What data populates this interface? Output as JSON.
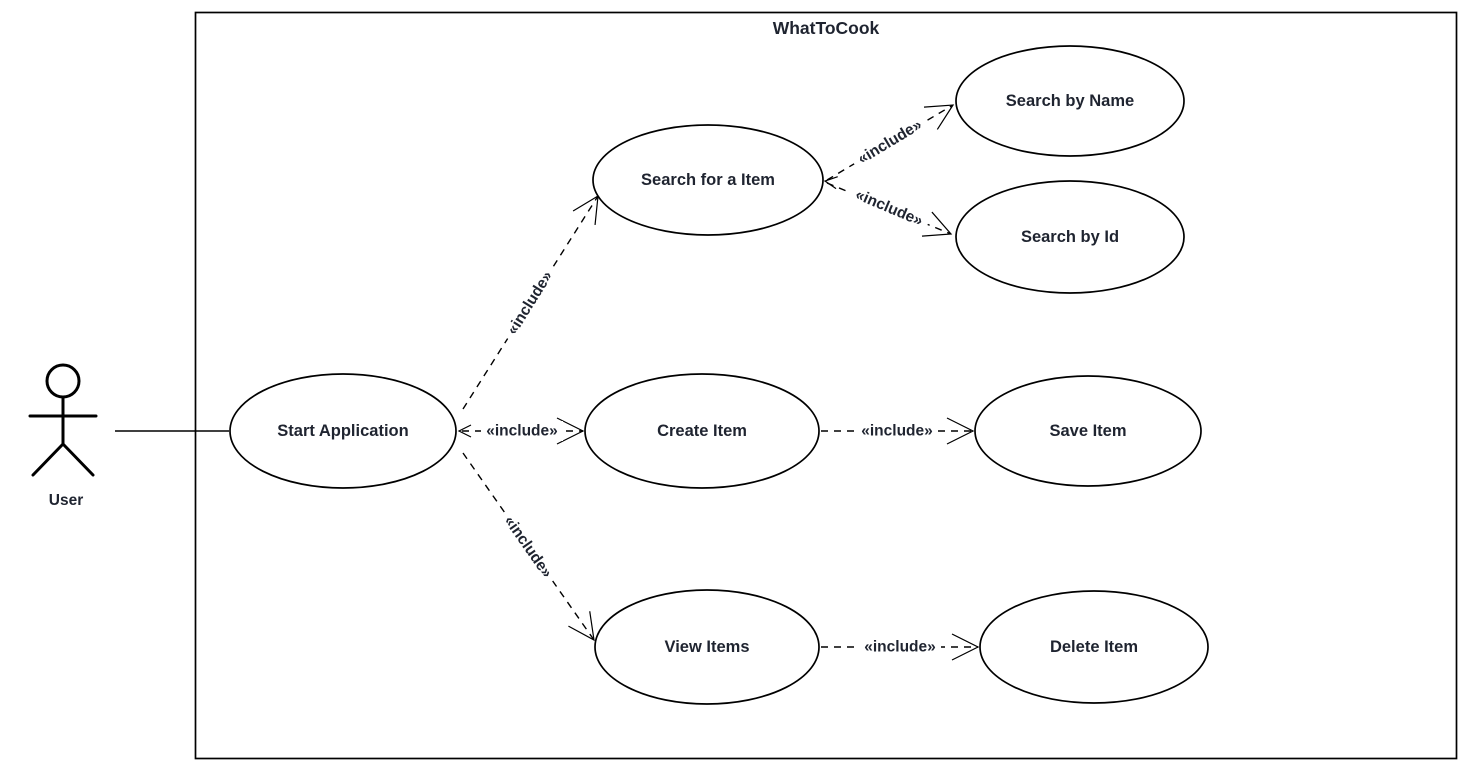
{
  "diagram": {
    "type": "uml-use-case-diagram",
    "system": {
      "title": "WhatToCook"
    },
    "actor": {
      "name": "User"
    },
    "use_cases": [
      {
        "id": "start-application",
        "label": "Start Application"
      },
      {
        "id": "search-for-item",
        "label": "Search for a Item"
      },
      {
        "id": "search-by-name",
        "label": "Search by Name"
      },
      {
        "id": "search-by-id",
        "label": "Search by Id"
      },
      {
        "id": "create-item",
        "label": "Create Item"
      },
      {
        "id": "save-item",
        "label": "Save Item"
      },
      {
        "id": "view-items",
        "label": "View Items"
      },
      {
        "id": "delete-item",
        "label": "Delete Item"
      }
    ],
    "relationships": [
      {
        "from": "Start Application",
        "to": "Search for a Item",
        "stereotype": "«include»",
        "line": "dashed"
      },
      {
        "from": "Start Application",
        "to": "Create Item",
        "stereotype": "«include»",
        "line": "dashed"
      },
      {
        "from": "Start Application",
        "to": "View Items",
        "stereotype": "«include»",
        "line": "dashed"
      },
      {
        "from": "Search for a Item",
        "to": "Search by Name",
        "stereotype": "«include»",
        "line": "dashed"
      },
      {
        "from": "Search for a Item",
        "to": "Search by Id",
        "stereotype": "«include»",
        "line": "dashed"
      },
      {
        "from": "Create Item",
        "to": "Save Item",
        "stereotype": "«include»",
        "line": "dashed"
      },
      {
        "from": "View Items",
        "to": "Delete Item",
        "stereotype": "«include»",
        "line": "dashed"
      }
    ],
    "actor_associations": [
      {
        "from": "User",
        "to": "Start Application",
        "line": "solid"
      }
    ],
    "colors": {
      "background": "#ffffff",
      "stroke": "#000000",
      "text": "#1f2430",
      "shape_fill": "#ffffff"
    }
  }
}
